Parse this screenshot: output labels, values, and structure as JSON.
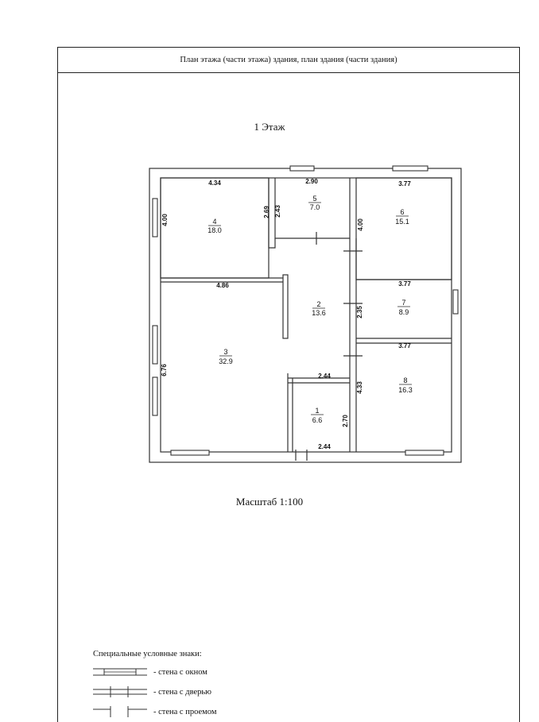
{
  "header": {
    "title": "План этажа (части этажа) здания, план здания (части здания)"
  },
  "plan": {
    "floor_label": "1 Этаж",
    "scale_label": "Масштаб 1:100",
    "rooms": [
      {
        "number": "1",
        "area": "6.6"
      },
      {
        "number": "2",
        "area": "13.6"
      },
      {
        "number": "3",
        "area": "32.9"
      },
      {
        "number": "4",
        "area": "18.0"
      },
      {
        "number": "5",
        "area": "7.0"
      },
      {
        "number": "6",
        "area": "15.1"
      },
      {
        "number": "7",
        "area": "8.9"
      },
      {
        "number": "8",
        "area": "16.3"
      }
    ],
    "dimensions": {
      "room4_width": "4.34",
      "room4_height": "4.00",
      "room4_right": "2.69",
      "room5_width": "2.90",
      "room5_height": "2.43",
      "room6_width": "3.77",
      "room6_height": "4.00",
      "room3_width": "4.86",
      "room3_height": "6.76",
      "room2_height": "2.35",
      "room7_width": "3.77",
      "room8_width": "3.77",
      "room8_height": "4.33",
      "room1_width_top": "2.44",
      "room1_height": "2.70",
      "room1_width_bottom": "2.44"
    }
  },
  "legend": {
    "title": "Специальные условные знаки:",
    "items": [
      {
        "label": "- стена с окном"
      },
      {
        "label": "- стена с дверью"
      },
      {
        "label": "- стена с проемом"
      }
    ]
  }
}
